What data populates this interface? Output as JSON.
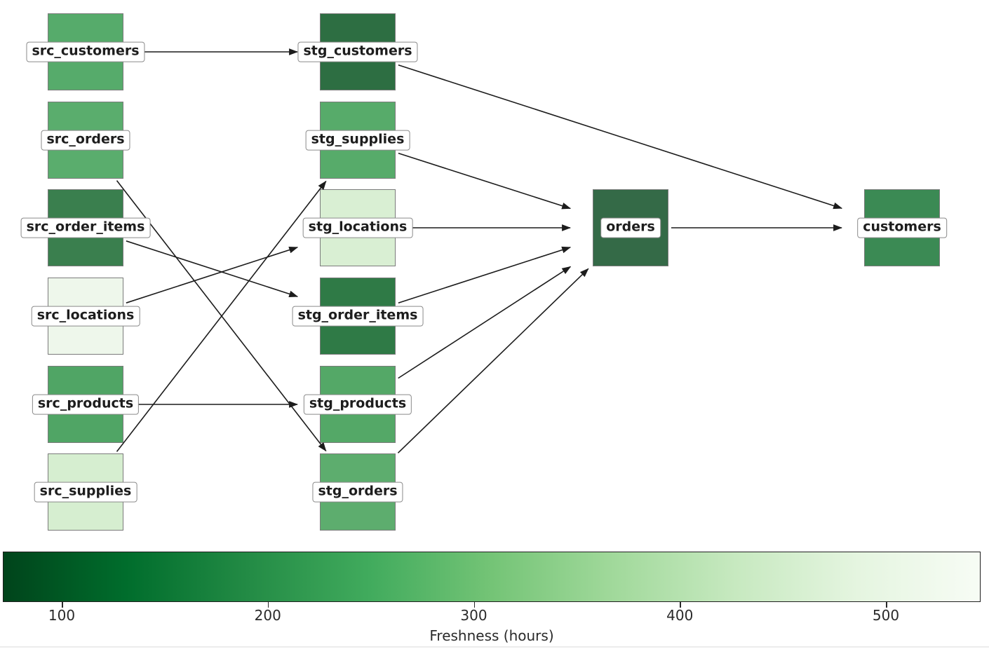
{
  "graph": {
    "nodes": [
      {
        "id": "src_customers",
        "label": "src_customers",
        "col": 0,
        "row": 0,
        "color": "#56ab6b"
      },
      {
        "id": "src_orders",
        "label": "src_orders",
        "col": 0,
        "row": 1,
        "color": "#5aad6d"
      },
      {
        "id": "src_order_items",
        "label": "src_order_items",
        "col": 0,
        "row": 2,
        "color": "#3a7f4e"
      },
      {
        "id": "src_locations",
        "label": "src_locations",
        "col": 0,
        "row": 3,
        "color": "#eef7eb"
      },
      {
        "id": "src_products",
        "label": "src_products",
        "col": 0,
        "row": 4,
        "color": "#50a565"
      },
      {
        "id": "src_supplies",
        "label": "src_supplies",
        "col": 0,
        "row": 5,
        "color": "#d6eed0"
      },
      {
        "id": "stg_customers",
        "label": "stg_customers",
        "col": 1,
        "row": 0,
        "color": "#2d6e42"
      },
      {
        "id": "stg_supplies",
        "label": "stg_supplies",
        "col": 1,
        "row": 1,
        "color": "#57ab6a"
      },
      {
        "id": "stg_locations",
        "label": "stg_locations",
        "col": 1,
        "row": 2,
        "color": "#d9efd3"
      },
      {
        "id": "stg_order_items",
        "label": "stg_order_items",
        "col": 1,
        "row": 3,
        "color": "#2f7a46"
      },
      {
        "id": "stg_products",
        "label": "stg_products",
        "col": 1,
        "row": 4,
        "color": "#54a867"
      },
      {
        "id": "stg_orders",
        "label": "stg_orders",
        "col": 1,
        "row": 5,
        "color": "#5dad6e"
      },
      {
        "id": "orders",
        "label": "orders",
        "col": 2,
        "row": 2,
        "color": "#346a47"
      },
      {
        "id": "customers",
        "label": "customers",
        "col": 3,
        "row": 2,
        "color": "#3b8a54"
      }
    ],
    "edges": [
      {
        "source": "src_customers",
        "target": "stg_customers"
      },
      {
        "source": "src_orders",
        "target": "stg_orders"
      },
      {
        "source": "src_order_items",
        "target": "stg_order_items"
      },
      {
        "source": "src_locations",
        "target": "stg_locations"
      },
      {
        "source": "src_products",
        "target": "stg_products"
      },
      {
        "source": "src_supplies",
        "target": "stg_supplies"
      },
      {
        "source": "stg_customers",
        "target": "customers"
      },
      {
        "source": "stg_supplies",
        "target": "orders"
      },
      {
        "source": "stg_locations",
        "target": "orders"
      },
      {
        "source": "stg_order_items",
        "target": "orders"
      },
      {
        "source": "stg_products",
        "target": "orders"
      },
      {
        "source": "stg_orders",
        "target": "orders"
      },
      {
        "source": "orders",
        "target": "customers"
      }
    ],
    "edge_color": "#1c1c1c"
  },
  "colorbar": {
    "label": "Freshness (hours)",
    "tick_labels": [
      "100",
      "200",
      "300",
      "400",
      "500"
    ],
    "gradient": [
      "#00441b",
      "#006d2c",
      "#238b45",
      "#41ab5d",
      "#74c476",
      "#a1d99b",
      "#c7e9c0",
      "#e5f5e0",
      "#f7fcf5"
    ]
  }
}
